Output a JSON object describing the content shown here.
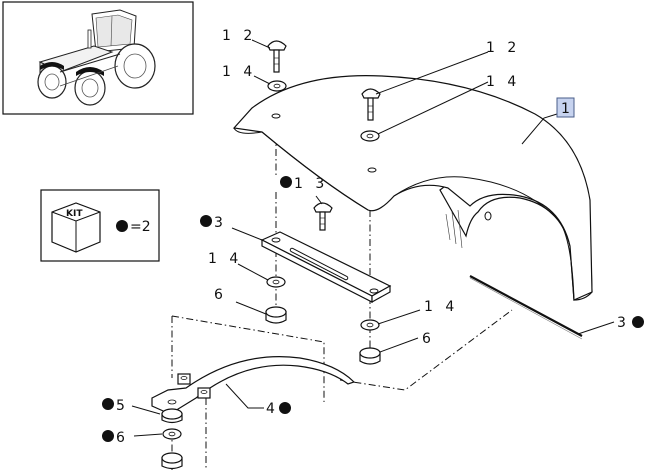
{
  "diagram": {
    "labels": {
      "bolt_top": "1 2",
      "washer_top": "1 4",
      "bolt_right": "1 2",
      "washer_right": "1 4",
      "fender_ref": "1",
      "bolt_mid": "1 3",
      "plate": "3",
      "washer_mid": "1 4",
      "nut_mid": "6",
      "washer_low": "1 4",
      "nut_low": "6",
      "strip": "3",
      "bracket": "4",
      "nut_bracket": "5",
      "washer_bracket": "6"
    },
    "kit": {
      "title": "KIT",
      "equals": "=2"
    }
  }
}
